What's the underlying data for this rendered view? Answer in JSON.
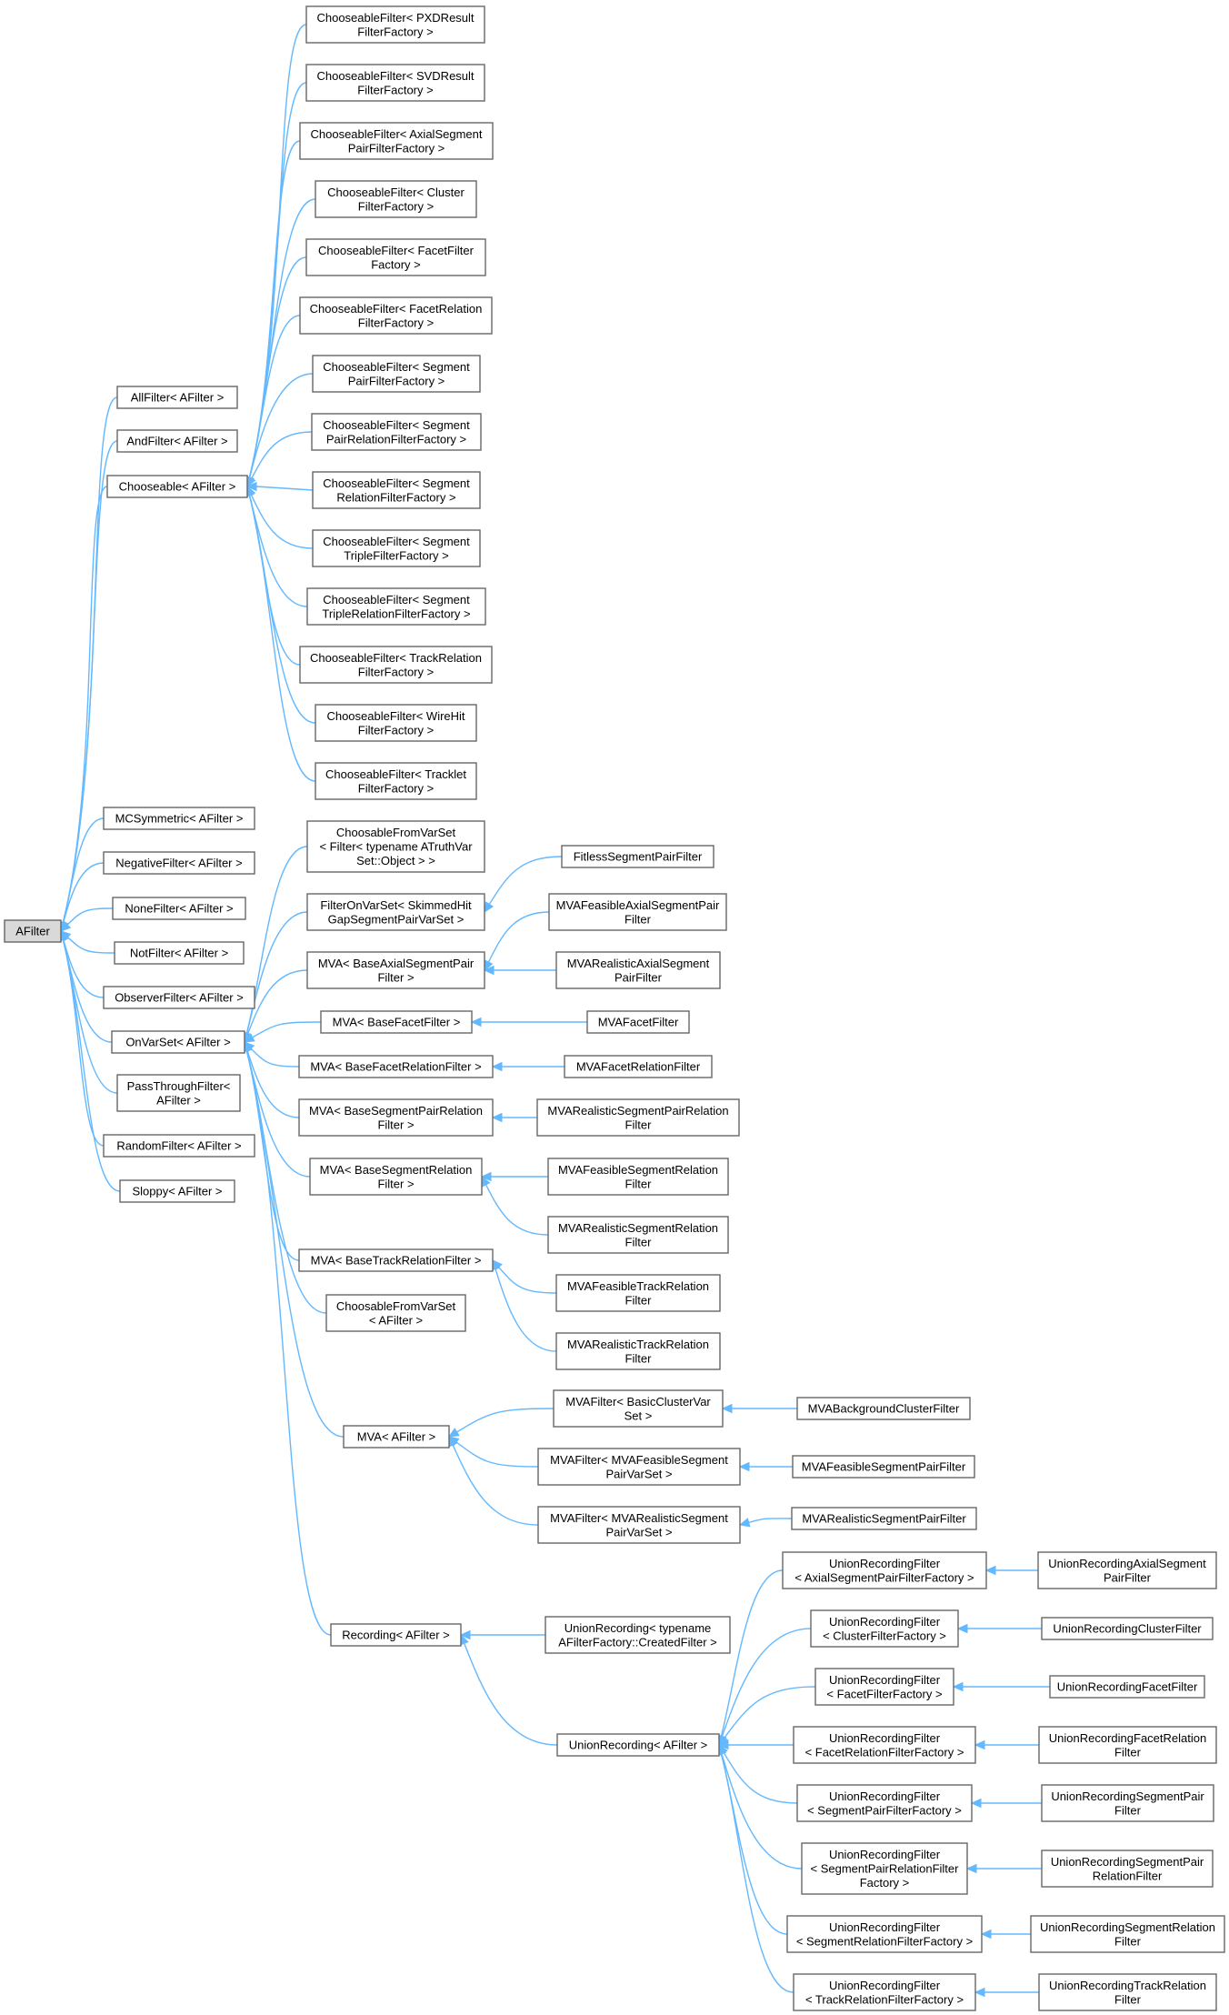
{
  "colors": {
    "edge": "#63b8ff",
    "node_border": "#666666",
    "root_fill": "#d9d9d9",
    "node_fill": "#ffffff"
  },
  "nodes": [
    {
      "id": "afilter",
      "lines": [
        "AFilter"
      ],
      "root": true
    },
    {
      "id": "allfilter",
      "lines": [
        "AllFilter< AFilter >"
      ]
    },
    {
      "id": "andfilter",
      "lines": [
        "AndFilter< AFilter >"
      ]
    },
    {
      "id": "chooseable",
      "lines": [
        "Chooseable< AFilter >"
      ]
    },
    {
      "id": "mcsymmetric",
      "lines": [
        "MCSymmetric< AFilter >"
      ]
    },
    {
      "id": "negativefilter",
      "lines": [
        "NegativeFilter< AFilter >"
      ]
    },
    {
      "id": "nonefilter",
      "lines": [
        "NoneFilter< AFilter >"
      ]
    },
    {
      "id": "notfilter",
      "lines": [
        "NotFilter< AFilter >"
      ]
    },
    {
      "id": "observerfilter",
      "lines": [
        "ObserverFilter< AFilter >"
      ]
    },
    {
      "id": "onvarset",
      "lines": [
        "OnVarSet< AFilter >"
      ]
    },
    {
      "id": "passthrough",
      "lines": [
        "PassThroughFilter<",
        "AFilter >"
      ]
    },
    {
      "id": "randomfilter",
      "lines": [
        "RandomFilter< AFilter >"
      ]
    },
    {
      "id": "sloppy",
      "lines": [
        "Sloppy< AFilter >"
      ]
    },
    {
      "id": "cf_pxd",
      "lines": [
        "ChooseableFilter< PXDResult",
        "FilterFactory >"
      ]
    },
    {
      "id": "cf_svd",
      "lines": [
        "ChooseableFilter< SVDResult",
        "FilterFactory >"
      ]
    },
    {
      "id": "cf_axialsegpair",
      "lines": [
        "ChooseableFilter< AxialSegment",
        "PairFilterFactory >"
      ]
    },
    {
      "id": "cf_cluster",
      "lines": [
        "ChooseableFilter< Cluster",
        "FilterFactory >"
      ]
    },
    {
      "id": "cf_facet",
      "lines": [
        "ChooseableFilter< FacetFilter",
        "Factory >"
      ]
    },
    {
      "id": "cf_facetrel",
      "lines": [
        "ChooseableFilter< FacetRelation",
        "FilterFactory >"
      ]
    },
    {
      "id": "cf_segpair",
      "lines": [
        "ChooseableFilter< Segment",
        "PairFilterFactory >"
      ]
    },
    {
      "id": "cf_segpairrel",
      "lines": [
        "ChooseableFilter< Segment",
        "PairRelationFilterFactory >"
      ]
    },
    {
      "id": "cf_segrel",
      "lines": [
        "ChooseableFilter< Segment",
        "RelationFilterFactory >"
      ]
    },
    {
      "id": "cf_segtriple",
      "lines": [
        "ChooseableFilter< Segment",
        "TripleFilterFactory >"
      ]
    },
    {
      "id": "cf_segtriplerel",
      "lines": [
        "ChooseableFilter< Segment",
        "TripleRelationFilterFactory >"
      ]
    },
    {
      "id": "cf_trackrel",
      "lines": [
        "ChooseableFilter< TrackRelation",
        "FilterFactory >"
      ]
    },
    {
      "id": "cf_wirehit",
      "lines": [
        "ChooseableFilter< WireHit",
        "FilterFactory >"
      ]
    },
    {
      "id": "cf_tracklet",
      "lines": [
        "ChooseableFilter< Tracklet",
        "FilterFactory >"
      ]
    },
    {
      "id": "cfvs_truth",
      "lines": [
        "ChoosableFromVarSet",
        "< Filter< typename ATruthVar",
        "Set::Object > >"
      ]
    },
    {
      "id": "fovs_skimmed",
      "lines": [
        "FilterOnVarSet< SkimmedHit",
        "GapSegmentPairVarSet >"
      ]
    },
    {
      "id": "mva_axialsegpair",
      "lines": [
        "MVA< BaseAxialSegmentPair",
        "Filter >"
      ]
    },
    {
      "id": "mva_facet",
      "lines": [
        "MVA< BaseFacetFilter >"
      ]
    },
    {
      "id": "mva_facetrel",
      "lines": [
        "MVA< BaseFacetRelationFilter >"
      ]
    },
    {
      "id": "mva_segpairrel",
      "lines": [
        "MVA< BaseSegmentPairRelation",
        "Filter >"
      ]
    },
    {
      "id": "mva_segrel",
      "lines": [
        "MVA< BaseSegmentRelation",
        "Filter >"
      ]
    },
    {
      "id": "mva_trackrel",
      "lines": [
        "MVA< BaseTrackRelationFilter >"
      ]
    },
    {
      "id": "cfvs_afilter",
      "lines": [
        "ChoosableFromVarSet",
        "< AFilter >"
      ]
    },
    {
      "id": "mva_afilter",
      "lines": [
        "MVA< AFilter >"
      ]
    },
    {
      "id": "recording",
      "lines": [
        "Recording< AFilter >"
      ]
    },
    {
      "id": "fitless",
      "lines": [
        "FitlessSegmentPairFilter"
      ]
    },
    {
      "id": "mvafeas_axial",
      "lines": [
        "MVAFeasibleAxialSegmentPair",
        "Filter"
      ]
    },
    {
      "id": "mvareal_axial",
      "lines": [
        "MVARealisticAxialSegment",
        "PairFilter"
      ]
    },
    {
      "id": "mvafacet",
      "lines": [
        "MVAFacetFilter"
      ]
    },
    {
      "id": "mvafacetrel",
      "lines": [
        "MVAFacetRelationFilter"
      ]
    },
    {
      "id": "mvareal_segpairrel",
      "lines": [
        "MVARealisticSegmentPairRelation",
        "Filter"
      ]
    },
    {
      "id": "mvafeas_segrel",
      "lines": [
        "MVAFeasibleSegmentRelation",
        "Filter"
      ]
    },
    {
      "id": "mvareal_segrel",
      "lines": [
        "MVARealisticSegmentRelation",
        "Filter"
      ]
    },
    {
      "id": "mvafeas_trackrel",
      "lines": [
        "MVAFeasibleTrackRelation",
        "Filter"
      ]
    },
    {
      "id": "mvareal_trackrel",
      "lines": [
        "MVARealisticTrackRelation",
        "Filter"
      ]
    },
    {
      "id": "mvaf_cluster",
      "lines": [
        "MVAFilter< BasicClusterVar",
        "Set >"
      ]
    },
    {
      "id": "mvaf_feas",
      "lines": [
        "MVAFilter< MVAFeasibleSegment",
        "PairVarSet >"
      ]
    },
    {
      "id": "mvaf_real",
      "lines": [
        "MVAFilter< MVARealisticSegment",
        "PairVarSet >"
      ]
    },
    {
      "id": "mvabg",
      "lines": [
        "MVABackgroundClusterFilter"
      ]
    },
    {
      "id": "mvafeas_segpair",
      "lines": [
        "MVAFeasibleSegmentPairFilter"
      ]
    },
    {
      "id": "mvareal_segpair",
      "lines": [
        "MVARealisticSegmentPairFilter"
      ]
    },
    {
      "id": "unionrec_typename",
      "lines": [
        "UnionRecording< typename",
        "AFilterFactory::CreatedFilter >"
      ]
    },
    {
      "id": "unionrec",
      "lines": [
        "UnionRecording< AFilter >"
      ]
    },
    {
      "id": "urf_axial",
      "lines": [
        "UnionRecordingFilter",
        "< AxialSegmentPairFilterFactory >"
      ]
    },
    {
      "id": "urf_cluster",
      "lines": [
        "UnionRecordingFilter",
        "< ClusterFilterFactory >"
      ]
    },
    {
      "id": "urf_facet",
      "lines": [
        "UnionRecordingFilter",
        "< FacetFilterFactory >"
      ]
    },
    {
      "id": "urf_facetrel",
      "lines": [
        "UnionRecordingFilter",
        "< FacetRelationFilterFactory >"
      ]
    },
    {
      "id": "urf_segpair",
      "lines": [
        "UnionRecordingFilter",
        "< SegmentPairFilterFactory >"
      ]
    },
    {
      "id": "urf_segpairrel",
      "lines": [
        "UnionRecordingFilter",
        "< SegmentPairRelationFilter",
        "Factory >"
      ]
    },
    {
      "id": "urf_segrel",
      "lines": [
        "UnionRecordingFilter",
        "< SegmentRelationFilterFactory >"
      ]
    },
    {
      "id": "urf_trackrel",
      "lines": [
        "UnionRecordingFilter",
        "< TrackRelationFilterFactory >"
      ]
    },
    {
      "id": "ur_axial",
      "lines": [
        "UnionRecordingAxialSegment",
        "PairFilter"
      ]
    },
    {
      "id": "ur_cluster",
      "lines": [
        "UnionRecordingClusterFilter"
      ]
    },
    {
      "id": "ur_facet",
      "lines": [
        "UnionRecordingFacetFilter"
      ]
    },
    {
      "id": "ur_facetrel",
      "lines": [
        "UnionRecordingFacetRelation",
        "Filter"
      ]
    },
    {
      "id": "ur_segpair",
      "lines": [
        "UnionRecordingSegmentPair",
        "Filter"
      ]
    },
    {
      "id": "ur_segpairrel",
      "lines": [
        "UnionRecordingSegmentPair",
        "RelationFilter"
      ]
    },
    {
      "id": "ur_segrel",
      "lines": [
        "UnionRecordingSegmentRelation",
        "Filter"
      ]
    },
    {
      "id": "ur_trackrel",
      "lines": [
        "UnionRecordingTrackRelation",
        "Filter"
      ]
    }
  ],
  "edges": [
    [
      "allfilter",
      "afilter"
    ],
    [
      "andfilter",
      "afilter"
    ],
    [
      "chooseable",
      "afilter"
    ],
    [
      "mcsymmetric",
      "afilter"
    ],
    [
      "negativefilter",
      "afilter"
    ],
    [
      "nonefilter",
      "afilter"
    ],
    [
      "notfilter",
      "afilter"
    ],
    [
      "observerfilter",
      "afilter"
    ],
    [
      "onvarset",
      "afilter"
    ],
    [
      "passthrough",
      "afilter"
    ],
    [
      "randomfilter",
      "afilter"
    ],
    [
      "sloppy",
      "afilter"
    ],
    [
      "cf_pxd",
      "chooseable"
    ],
    [
      "cf_svd",
      "chooseable"
    ],
    [
      "cf_axialsegpair",
      "chooseable"
    ],
    [
      "cf_cluster",
      "chooseable"
    ],
    [
      "cf_facet",
      "chooseable"
    ],
    [
      "cf_facetrel",
      "chooseable"
    ],
    [
      "cf_segpair",
      "chooseable"
    ],
    [
      "cf_segpairrel",
      "chooseable"
    ],
    [
      "cf_segrel",
      "chooseable"
    ],
    [
      "cf_segtriple",
      "chooseable"
    ],
    [
      "cf_segtriplerel",
      "chooseable"
    ],
    [
      "cf_trackrel",
      "chooseable"
    ],
    [
      "cf_wirehit",
      "chooseable"
    ],
    [
      "cf_tracklet",
      "chooseable"
    ],
    [
      "cfvs_truth",
      "onvarset"
    ],
    [
      "fovs_skimmed",
      "onvarset"
    ],
    [
      "mva_axialsegpair",
      "onvarset"
    ],
    [
      "mva_facet",
      "onvarset"
    ],
    [
      "mva_facetrel",
      "onvarset"
    ],
    [
      "mva_segpairrel",
      "onvarset"
    ],
    [
      "mva_segrel",
      "onvarset"
    ],
    [
      "mva_trackrel",
      "onvarset"
    ],
    [
      "cfvs_afilter",
      "onvarset"
    ],
    [
      "mva_afilter",
      "onvarset"
    ],
    [
      "recording",
      "onvarset"
    ],
    [
      "fitless",
      "fovs_skimmed"
    ],
    [
      "mvafeas_axial",
      "mva_axialsegpair"
    ],
    [
      "mvareal_axial",
      "mva_axialsegpair"
    ],
    [
      "mvafacet",
      "mva_facet"
    ],
    [
      "mvafacetrel",
      "mva_facetrel"
    ],
    [
      "mvareal_segpairrel",
      "mva_segpairrel"
    ],
    [
      "mvafeas_segrel",
      "mva_segrel"
    ],
    [
      "mvareal_segrel",
      "mva_segrel"
    ],
    [
      "mvafeas_trackrel",
      "mva_trackrel"
    ],
    [
      "mvareal_trackrel",
      "mva_trackrel"
    ],
    [
      "mvaf_cluster",
      "mva_afilter"
    ],
    [
      "mvaf_feas",
      "mva_afilter"
    ],
    [
      "mvaf_real",
      "mva_afilter"
    ],
    [
      "mvabg",
      "mvaf_cluster"
    ],
    [
      "mvafeas_segpair",
      "mvaf_feas"
    ],
    [
      "mvareal_segpair",
      "mvaf_real"
    ],
    [
      "unionrec_typename",
      "recording"
    ],
    [
      "unionrec",
      "recording"
    ],
    [
      "urf_axial",
      "unionrec"
    ],
    [
      "urf_cluster",
      "unionrec"
    ],
    [
      "urf_facet",
      "unionrec"
    ],
    [
      "urf_facetrel",
      "unionrec"
    ],
    [
      "urf_segpair",
      "unionrec"
    ],
    [
      "urf_segpairrel",
      "unionrec"
    ],
    [
      "urf_segrel",
      "unionrec"
    ],
    [
      "urf_trackrel",
      "unionrec"
    ],
    [
      "ur_axial",
      "urf_axial"
    ],
    [
      "ur_cluster",
      "urf_cluster"
    ],
    [
      "ur_facet",
      "urf_facet"
    ],
    [
      "ur_facetrel",
      "urf_facetrel"
    ],
    [
      "ur_segpair",
      "urf_segpair"
    ],
    [
      "ur_segpairrel",
      "urf_segpairrel"
    ],
    [
      "ur_segrel",
      "urf_segrel"
    ],
    [
      "ur_trackrel",
      "urf_trackrel"
    ]
  ]
}
